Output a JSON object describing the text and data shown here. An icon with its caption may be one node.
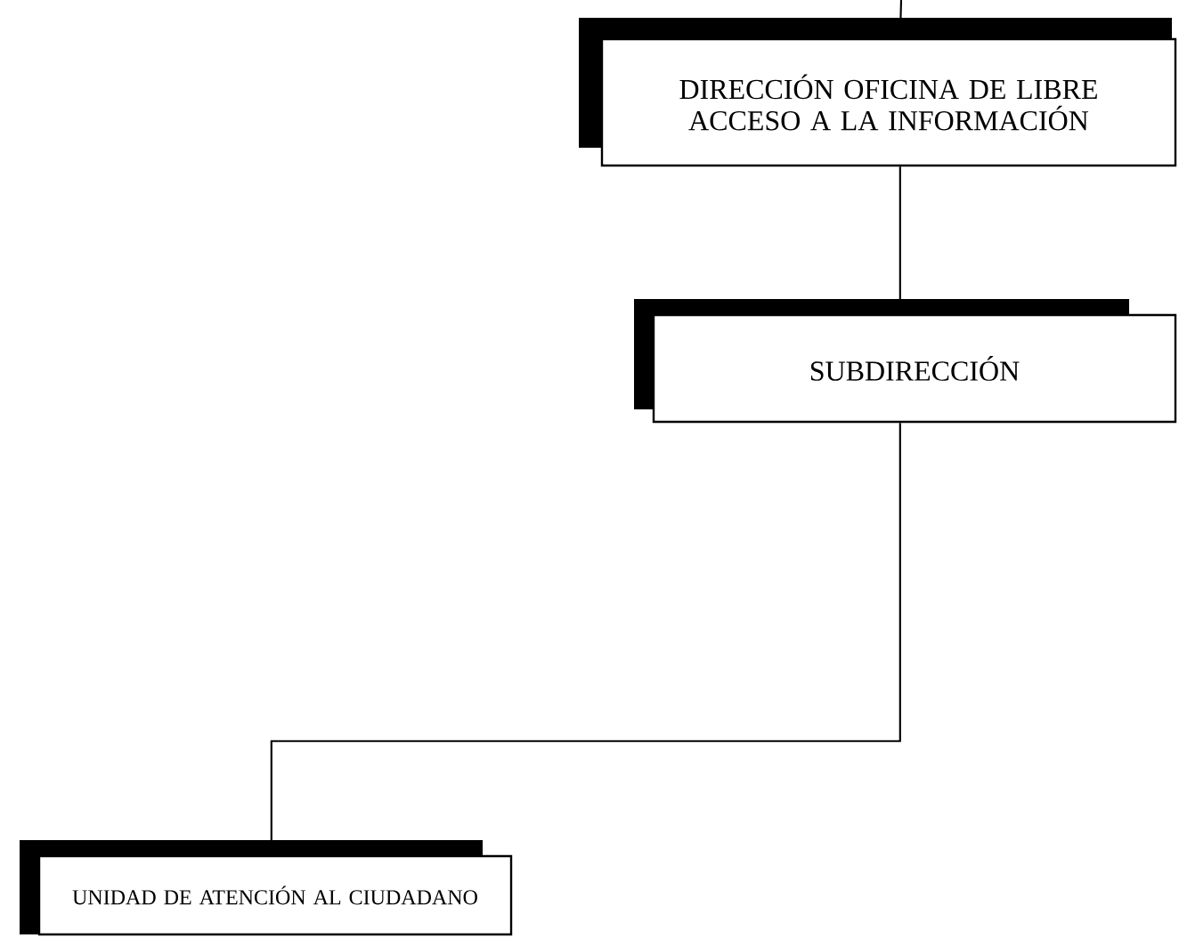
{
  "diagram": {
    "nodes": [
      {
        "text": [
          "DIRECCIÓN OFICINA DE LIBRE ACCESO A LA INFORMACIÓN"
        ]
      },
      {
        "text": [
          "SUBDIRECCIÓN"
        ]
      },
      {
        "text": [
          "UNIDAD DE ATENCIÓN AL CIUDADANO"
        ]
      }
    ],
    "edges": [
      {
        "from": null,
        "to": 0,
        "arrow": "none"
      },
      {
        "from": 0,
        "to": 1,
        "arrow": "none"
      },
      {
        "from": 1,
        "to": 2,
        "arrow": "none"
      }
    ]
  }
}
